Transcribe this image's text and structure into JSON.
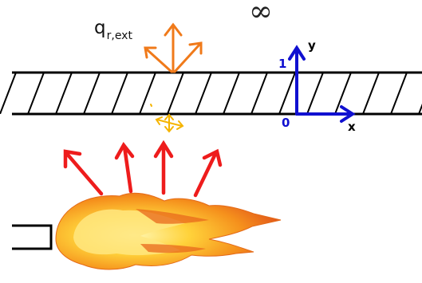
{
  "labels": {
    "q_main": "q",
    "q_sub": "r,ext",
    "infinity": "∞",
    "axis_y": "y",
    "axis_x": "x",
    "tick_one": "1",
    "tick_zero": "0"
  },
  "colors": {
    "plate_stroke": "#000000",
    "external_radiation_arrows": "#f07a1a",
    "internal_radiation_arrows": "#f5b400",
    "flame_arrows": "#ee1c1c",
    "axes": "#1010d0",
    "flame_outer": "#f08a1e",
    "flame_inner": "#ffd23a"
  },
  "icons": {
    "flame": "fire-icon",
    "burner": "burner-nozzle-icon"
  }
}
